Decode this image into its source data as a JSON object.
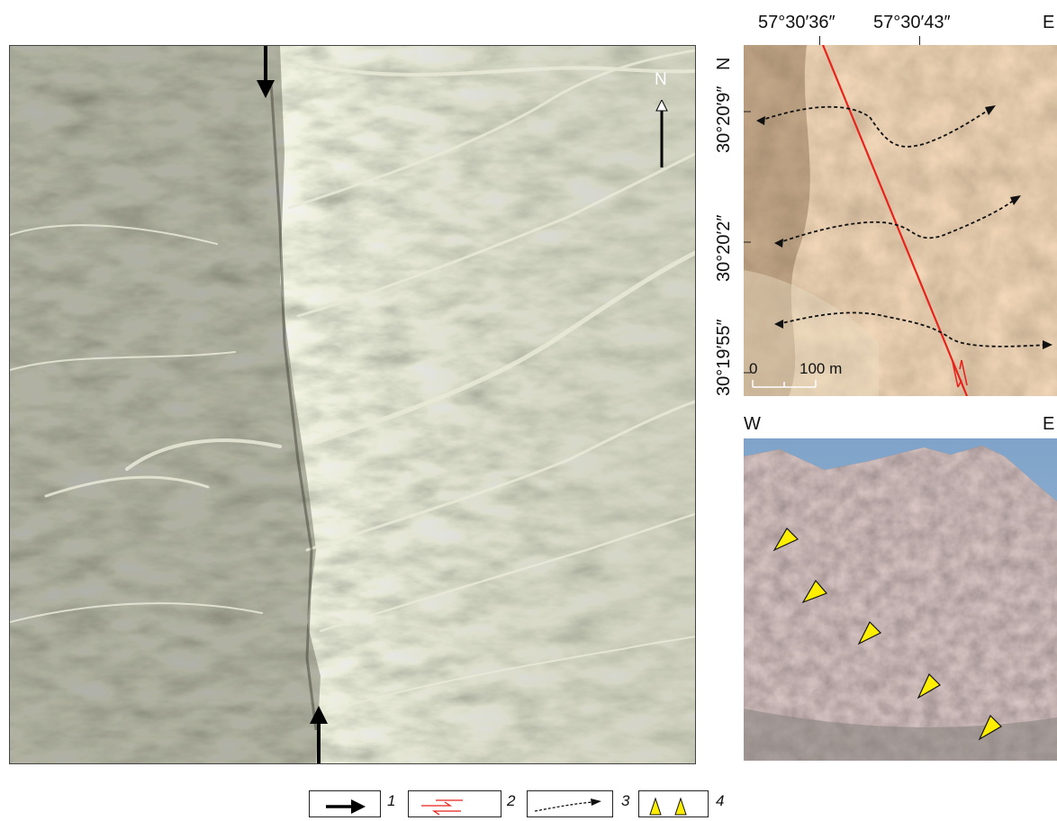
{
  "left_panel": {
    "north_label": "N",
    "icons": [
      "fault-arrow-icon",
      "north-arrow-icon"
    ]
  },
  "right_top_panel": {
    "north_label": "N",
    "east_label": "E",
    "longitudes": [
      "57°30′36″",
      "57°30′43″"
    ],
    "latitudes": [
      "30°20′9″",
      "30°20′2″",
      "30°19′55″"
    ],
    "scale_zero": "0",
    "scale_label": "100 m",
    "colors": {
      "fault_line": "#e8231c",
      "stream": "#111111"
    }
  },
  "photo_panel": {
    "west_label": "W",
    "east_label": "E",
    "colors": {
      "marker": "#ffee00"
    }
  },
  "legend": {
    "items": [
      {
        "num": "1",
        "icon": "black-arrow-icon"
      },
      {
        "num": "2",
        "icon": "dextral-fault-icon"
      },
      {
        "num": "3",
        "icon": "dashed-arrow-icon"
      },
      {
        "num": "4",
        "icon": "yellow-triangle-icon"
      }
    ]
  }
}
